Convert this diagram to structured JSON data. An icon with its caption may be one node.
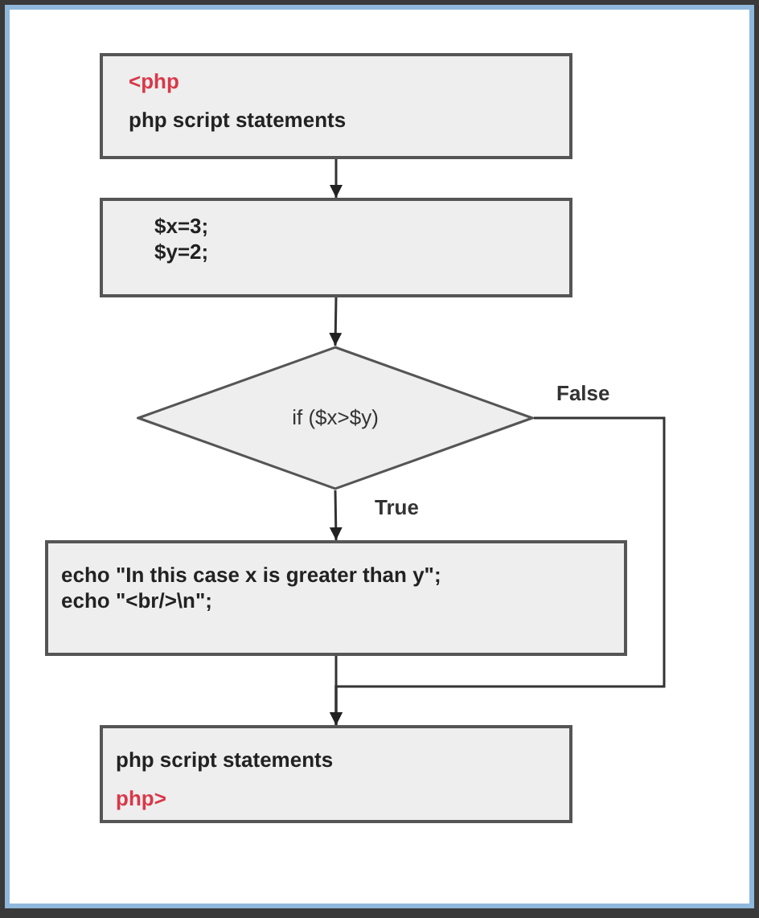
{
  "diagram": {
    "nodes": [
      {
        "text": [
          "<php",
          "php script statements"
        ]
      },
      {
        "text": [
          "$x=3;",
          "$y=2;"
        ]
      },
      {
        "text": [
          "if ($x>$y)"
        ]
      },
      {
        "text": [
          "echo \"In this case x is greater than y\";",
          "echo \"<br/>\\n\";"
        ]
      },
      {
        "text": [
          "php script statements",
          "php>"
        ]
      }
    ],
    "edges": [
      {
        "from": 0,
        "to": 1,
        "arrow": "to"
      },
      {
        "from": 1,
        "to": 2,
        "arrow": "to"
      },
      {
        "from": 2,
        "to": 3,
        "arrow": "to",
        "label": "True"
      },
      {
        "from": 2,
        "to": 4,
        "arrow": "to",
        "label": "False"
      },
      {
        "from": 3,
        "to": 4,
        "arrow": "to"
      }
    ]
  }
}
